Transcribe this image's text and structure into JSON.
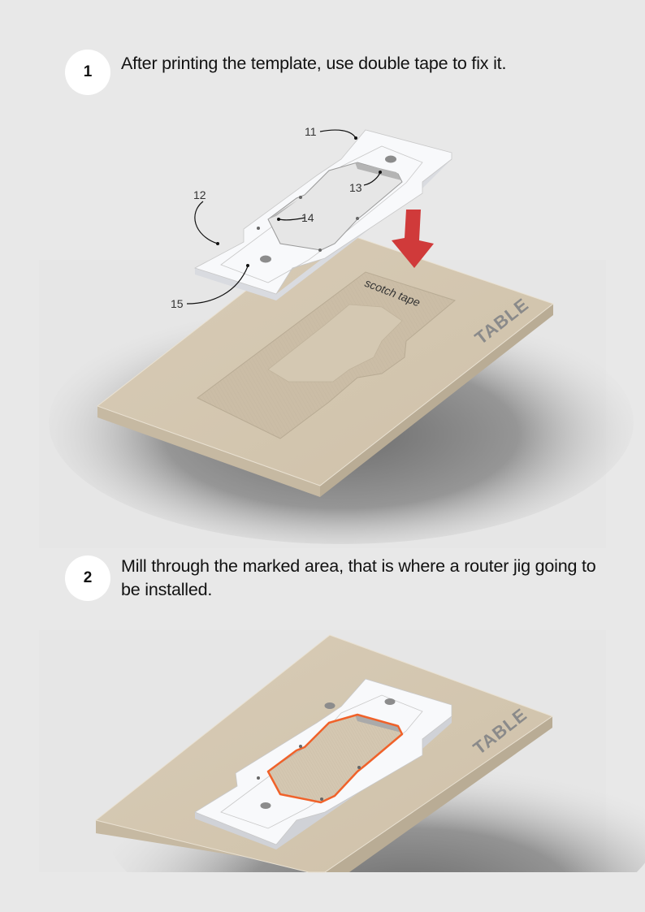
{
  "steps": [
    {
      "number": "1",
      "text": "After printing the template, use double tape to fix it."
    },
    {
      "number": "2",
      "text": "Mill through the marked area, that is where a router jig going to be installed."
    }
  ],
  "illustration1": {
    "callouts": [
      "11",
      "12",
      "13",
      "14",
      "15"
    ],
    "tape_label": "scotch tape",
    "table_label": "TABLE",
    "arrow_color": "#d03a3a"
  },
  "illustration2": {
    "table_label": "TABLE",
    "cut_line_color": "#f0622a"
  },
  "colors": {
    "background": "#e8e8e8",
    "table_top": "#d4c7b1",
    "table_edge": "#c9bca5",
    "template": "#f8f9fb",
    "label_gray": "#8a8a8a"
  }
}
